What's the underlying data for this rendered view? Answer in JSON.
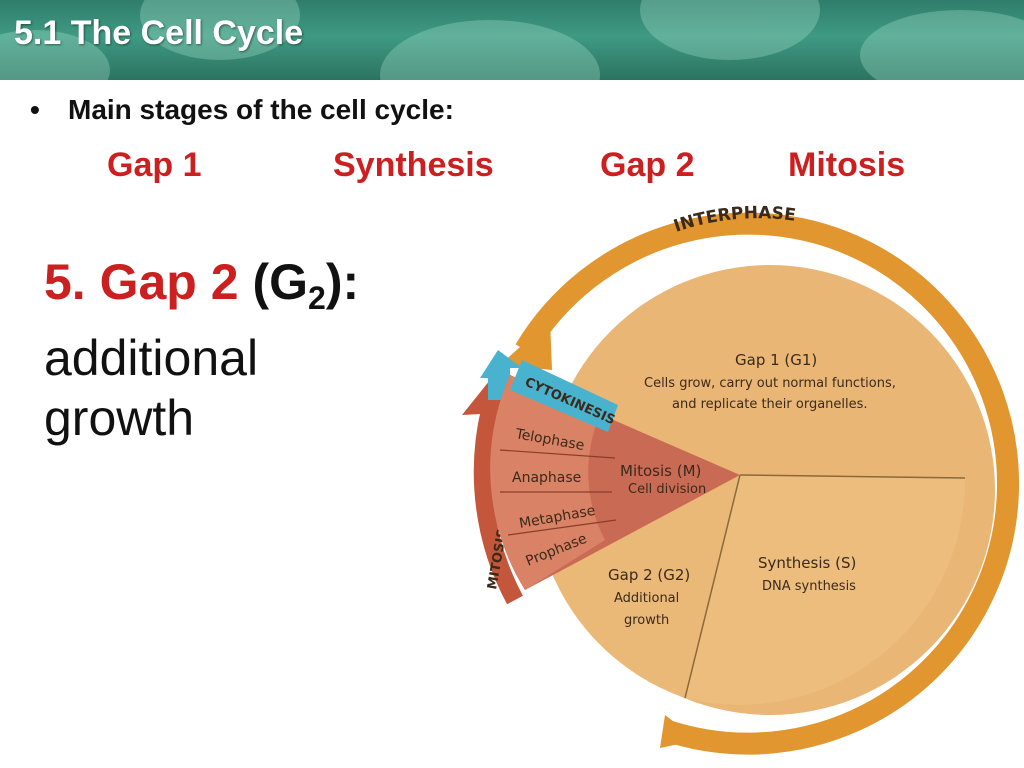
{
  "header": {
    "title": "5.1 The Cell Cycle"
  },
  "bullet": {
    "marker": "•",
    "text": "Main stages of the cell cycle:"
  },
  "stages": [
    "Gap 1",
    "Synthesis",
    "Gap 2",
    "Mitosis"
  ],
  "focus": {
    "number": "5.",
    "name": "Gap 2",
    "abbr_open": "(G",
    "abbr_sub": "2",
    "abbr_close": "):",
    "line2": "additional",
    "line3": "growth"
  },
  "diagram": {
    "interphase_label": "INTERPHASE",
    "mitosis_arc_label": "MITOSIS",
    "cytokinesis_label": "CYTOKINESIS",
    "gap1": {
      "title": "Gap 1 (G1)",
      "line1": "Cells grow, carry out normal functions,",
      "line2": "and replicate their organelles."
    },
    "synthesis": {
      "title": "Synthesis (S)",
      "line1": "DNA synthesis"
    },
    "gap2": {
      "title": "Gap 2 (G2)",
      "line1": "Additional",
      "line2": "growth"
    },
    "mitosis": {
      "title": "Mitosis (M)",
      "line1": "Cell division"
    },
    "phases": [
      "Telophase",
      "Anaphase",
      "Metaphase",
      "Prophase"
    ],
    "colors": {
      "gap1": "#e9b676",
      "synthesis": "#edbd7e",
      "gap2": "#eab877",
      "mitosis_wedge": "#c96a55",
      "phase_band": "#d98266",
      "cytokinesis": "#49b3cf",
      "interphase_arc": "#e1962f",
      "mitosis_arc": "#c4563b"
    }
  }
}
